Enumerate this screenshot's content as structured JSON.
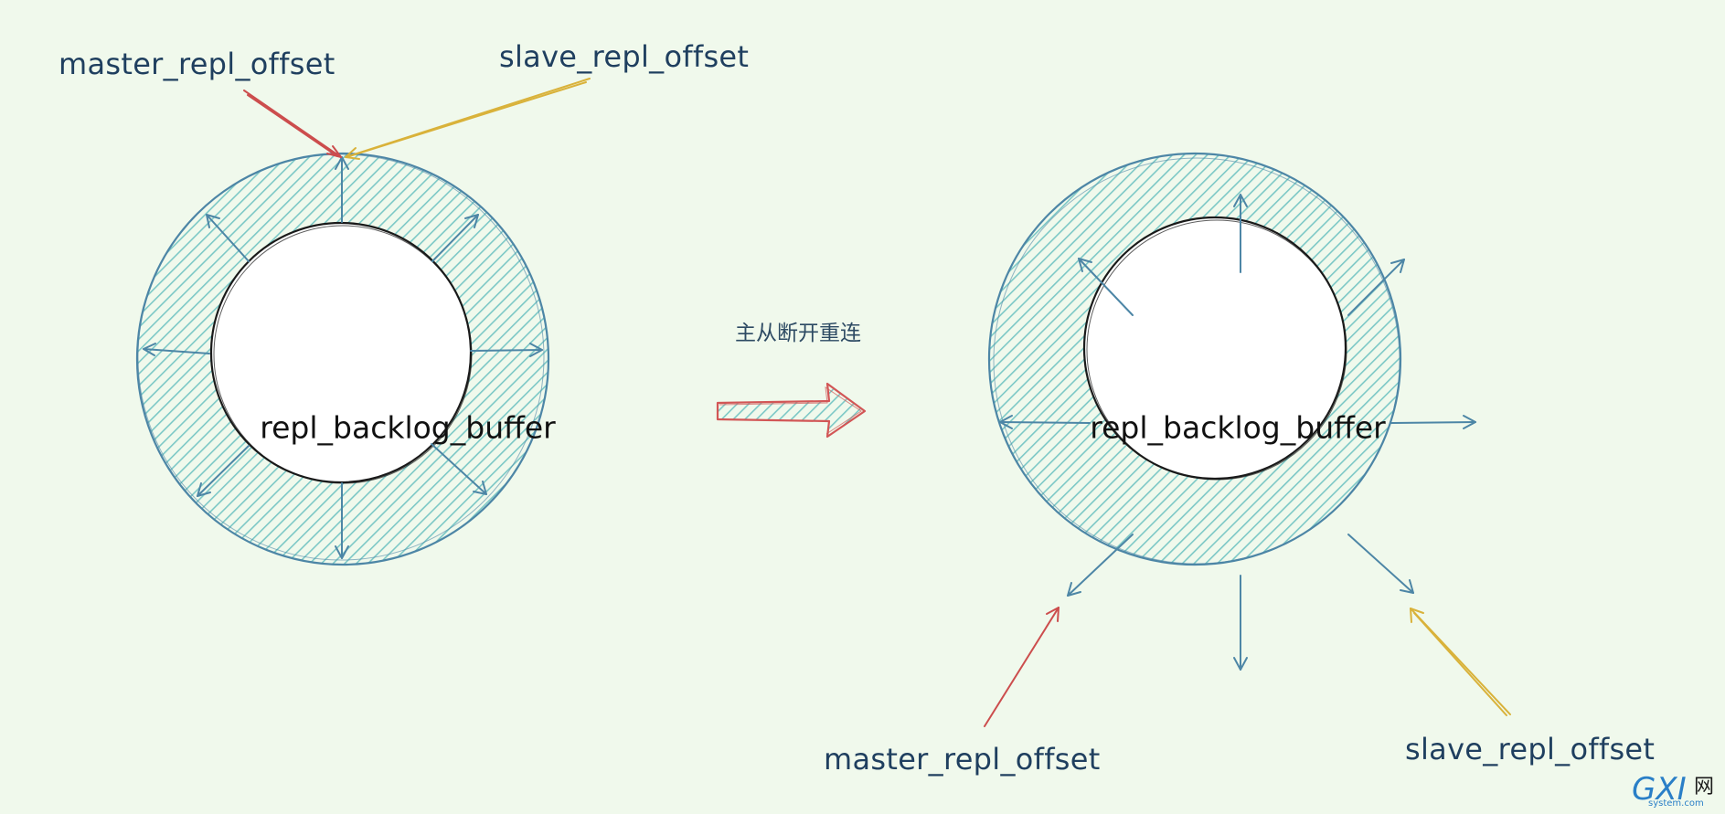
{
  "colors": {
    "background": "#f0f9ec",
    "ring_stroke": "#4d86a6",
    "ring_hatch": "#7cc8c6",
    "master_arrow": "#cc4d4d",
    "slave_arrow": "#d9b23a",
    "transition_arrow": "#d25656",
    "label_text": "#1f3f5f"
  },
  "left_ring": {
    "center_label": "repl_backlog_buffer",
    "master_label": "master_repl_offset",
    "slave_label": "slave_repl_offset"
  },
  "transition": {
    "label": "主从断开重连"
  },
  "right_ring": {
    "center_label": "repl_backlog_buffer",
    "master_label": "master_repl_offset",
    "slave_label": "slave_repl_offset"
  },
  "watermark": {
    "brand": "GXI",
    "net": "网",
    "domain": "system.com"
  }
}
